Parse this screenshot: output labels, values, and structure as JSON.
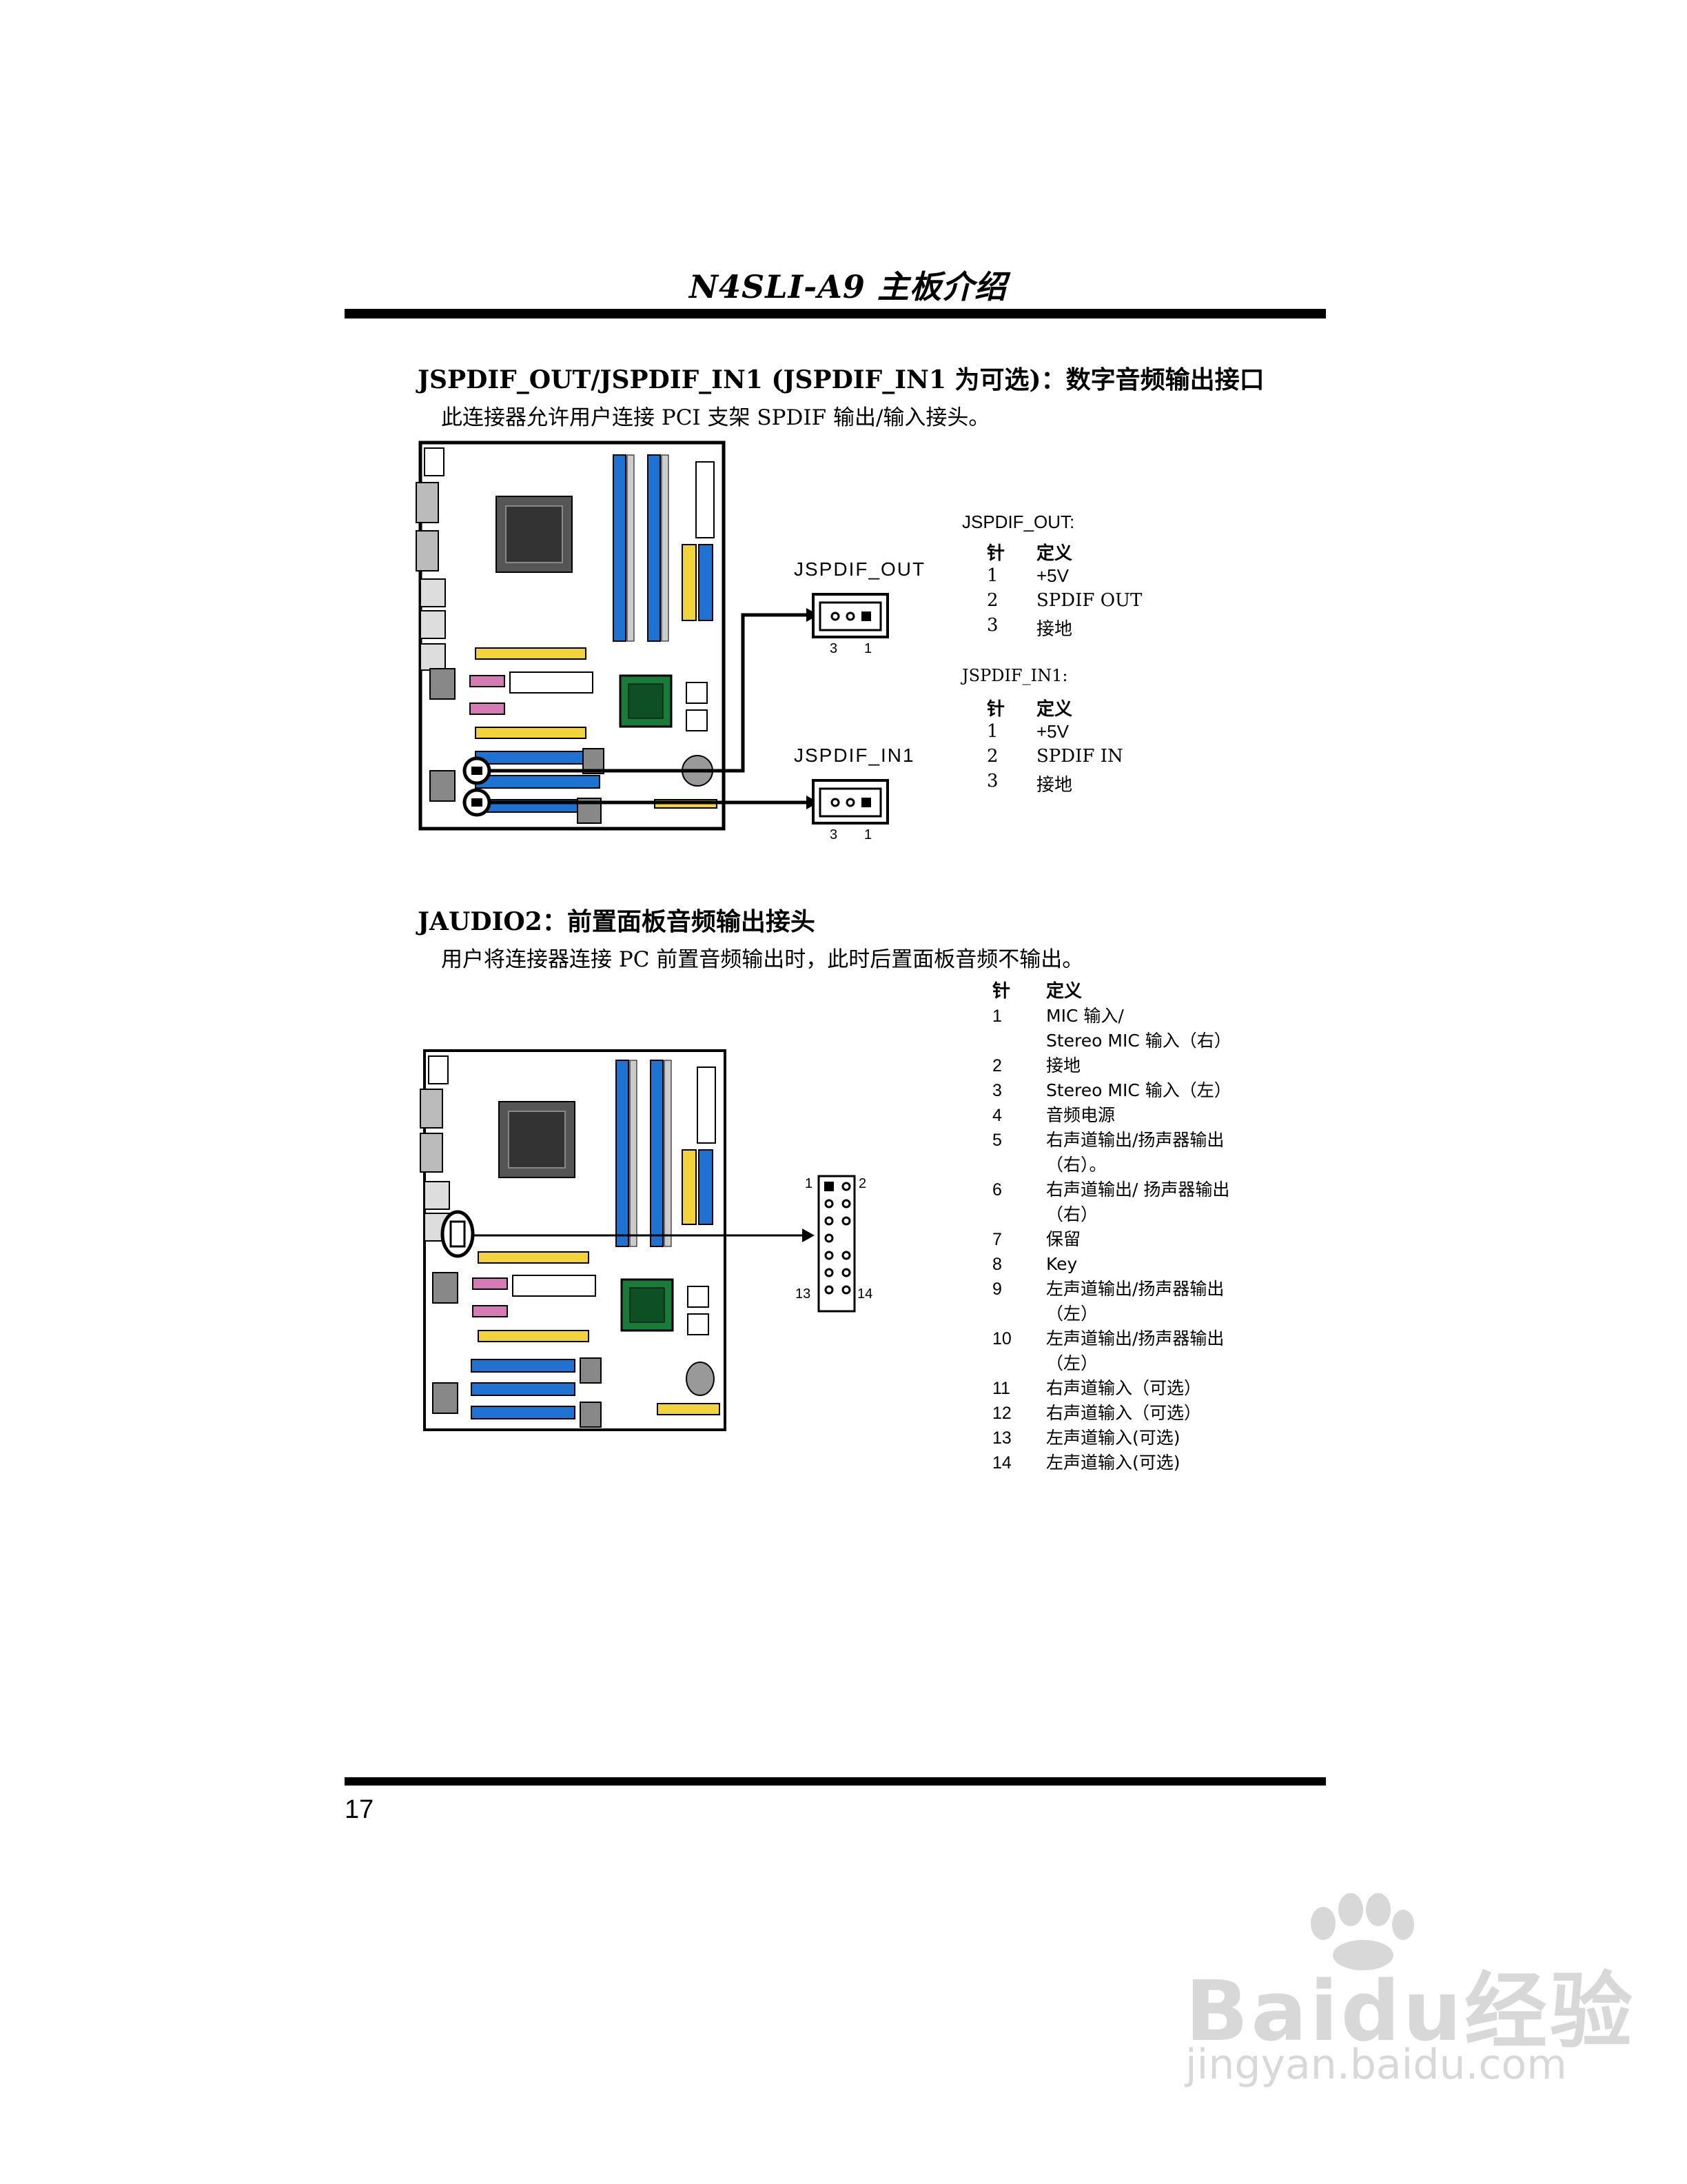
{
  "header": {
    "title": "N4SLI-A9 主板介绍"
  },
  "section1": {
    "title": "JSPDIF_OUT/JSPDIF_IN1 (JSPDIF_IN1 为可选)：数字音频输出接口",
    "desc": "此连接器允许用户连接 PCI 支架 SPDIF 输出/输入接头。",
    "conn_out_label": "JSPDIF_OUT",
    "conn_in_label": "JSPDIF_IN1",
    "pin3": "3",
    "pin1": "1",
    "out_table": {
      "caption": "JSPDIF_OUT:",
      "col_pin": "针",
      "col_def": "定义",
      "rows": [
        {
          "pin": "1",
          "def": "+5V"
        },
        {
          "pin": "2",
          "def": "SPDIF OUT"
        },
        {
          "pin": "3",
          "def": "接地"
        }
      ]
    },
    "in_table": {
      "caption": "JSPDIF_IN1:",
      "col_pin": "针",
      "col_def": "定义",
      "rows": [
        {
          "pin": "1",
          "def": "+5V"
        },
        {
          "pin": "2",
          "def": "SPDIF IN"
        },
        {
          "pin": "3",
          "def": "接地"
        }
      ]
    }
  },
  "section2": {
    "title": "JAUDIO2：前置面板音频输出接头",
    "desc": "用户将连接器连接 PC 前置音频输出时，此时后置面板音频不输出。",
    "hdr_pin1": "1",
    "hdr_pin2": "2",
    "hdr_pin13": "13",
    "hdr_pin14": "14",
    "table": {
      "col_pin": "针",
      "col_def": "定义",
      "rows": [
        {
          "pin": "1",
          "def": "MIC 输入/",
          "def2": "Stereo MIC 输入（右）"
        },
        {
          "pin": "2",
          "def": "接地",
          "def2": ""
        },
        {
          "pin": "3",
          "def": "Stereo MIC 输入（左）",
          "def2": ""
        },
        {
          "pin": "4",
          "def": "音频电源",
          "def2": ""
        },
        {
          "pin": "5",
          "def": "右声道输出/扬声器输出",
          "def2": "（右）。"
        },
        {
          "pin": "6",
          "def": "右声道输出/ 扬声器输出",
          "def2": "（右）"
        },
        {
          "pin": "7",
          "def": "保留",
          "def2": ""
        },
        {
          "pin": "8",
          "def": "Key",
          "def2": ""
        },
        {
          "pin": "9",
          "def": "左声道输出/扬声器输出",
          "def2": "（左）"
        },
        {
          "pin": "10",
          "def": "左声道输出/扬声器输出",
          "def2": "（左）"
        },
        {
          "pin": "11",
          "def": "右声道输入（可选）",
          "def2": ""
        },
        {
          "pin": "12",
          "def": "右声道输入（可选）",
          "def2": ""
        },
        {
          "pin": "13",
          "def": "左声道输入(可选)",
          "def2": ""
        },
        {
          "pin": "14",
          "def": "左声道输入(可选)",
          "def2": ""
        }
      ]
    }
  },
  "footer": {
    "page_number": "17"
  },
  "watermark": {
    "brand": "Baidu经验",
    "url": "jingyan.baidu.com"
  },
  "colors": {
    "dimm_blue": "#1e73d2",
    "pci_yellow": "#f2d33b",
    "pcie_pink": "#d57ab5",
    "chip_green": "#1a7a3a",
    "watermark_gray": "#d8d8d8"
  }
}
